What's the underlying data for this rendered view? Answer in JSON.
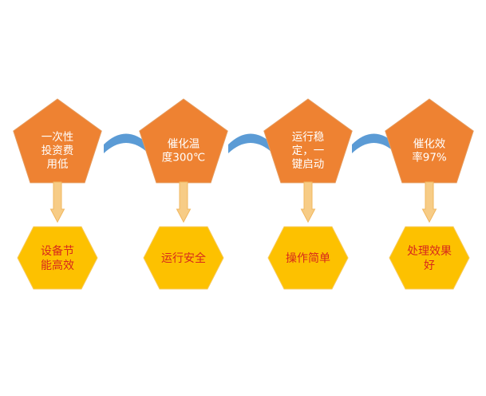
{
  "colors": {
    "pentagon_fill": "#ee8232",
    "pentagon_stroke": "#e59a5c",
    "hexagon_fill": "#fdc100",
    "hexagon_stroke": "#f7c95a",
    "arrow_fill": "#f7cc86",
    "arrow_stroke": "#f1b75f",
    "connector_fill": "#5b9bd5",
    "hex_text": "#d7281c",
    "pent_text": "#ffffff"
  },
  "steps": [
    {
      "pentagon_lines": [
        "一次性",
        "投资费",
        "用低"
      ],
      "hexagon_lines": [
        "设备节",
        "能高效"
      ]
    },
    {
      "pentagon_lines": [
        "催化温",
        "度300℃"
      ],
      "hexagon_lines": [
        "运行安全"
      ]
    },
    {
      "pentagon_lines": [
        "运行稳",
        "定，一",
        "键启动"
      ],
      "hexagon_lines": [
        "操作简单"
      ]
    },
    {
      "pentagon_lines": [
        "催化效",
        "率97%"
      ],
      "hexagon_lines": [
        "处理效果",
        "好"
      ]
    }
  ]
}
